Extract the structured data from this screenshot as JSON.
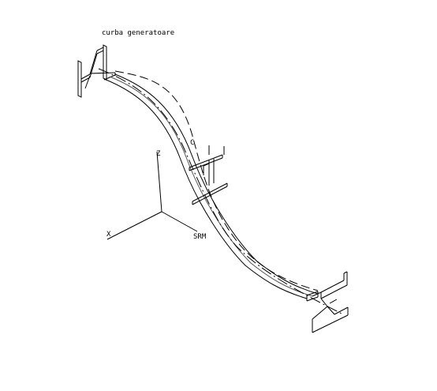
{
  "labels": {
    "curve_title": "curba generatoare",
    "point_c": "C",
    "axis_x": "X",
    "axis_z": "Z",
    "coord_system": "SRM"
  },
  "colors": {
    "background": "#ffffff",
    "line": "#000000",
    "thin_line": "#555555"
  }
}
